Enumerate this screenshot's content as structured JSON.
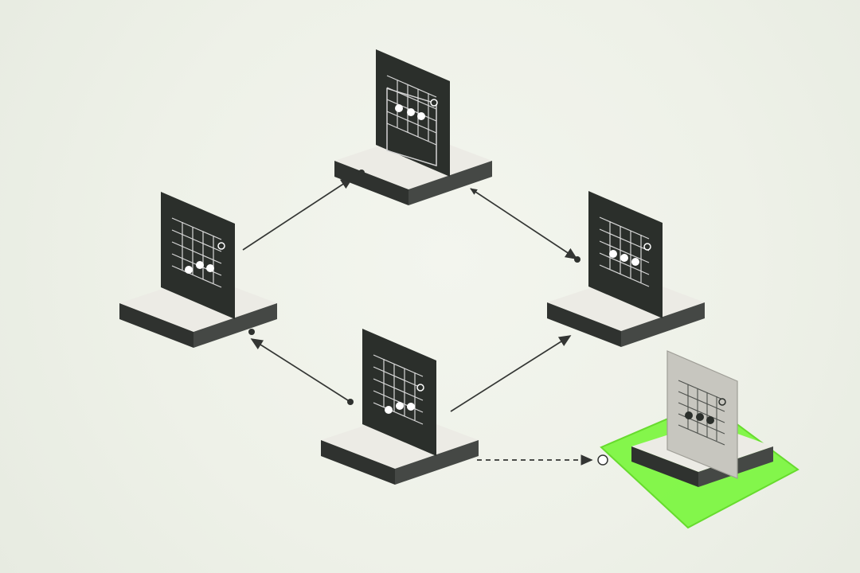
{
  "diagram": {
    "style": "isometric chord-diagram flow",
    "background_color": "#eef1e8",
    "accent_color": "#7df542",
    "card_color": "#2b2f2b",
    "inactive_card_color": "#c8c8c2",
    "nodes": [
      {
        "id": "top",
        "dot_positions": [
          [
            1,
            2
          ],
          [
            2,
            2
          ],
          [
            3,
            2
          ]
        ],
        "open_marker": true,
        "state": "active"
      },
      {
        "id": "left",
        "dot_positions": [
          [
            1,
            2
          ],
          [
            2,
            2
          ],
          [
            3,
            2
          ]
        ],
        "open_marker": true,
        "state": "active"
      },
      {
        "id": "right",
        "dot_positions": [
          [
            1,
            2
          ],
          [
            2,
            2
          ],
          [
            3,
            2
          ]
        ],
        "open_marker": true,
        "state": "active"
      },
      {
        "id": "bottom",
        "dot_positions": [
          [
            1,
            2
          ],
          [
            2,
            2
          ],
          [
            3,
            2
          ]
        ],
        "open_marker": true,
        "state": "active"
      },
      {
        "id": "highlighted",
        "dot_positions": [
          [
            1,
            2
          ],
          [
            2,
            2
          ],
          [
            3,
            2
          ]
        ],
        "open_marker": true,
        "state": "highlighted"
      }
    ],
    "edges": [
      {
        "from": "left",
        "to": "top",
        "style": "solid",
        "arrow": "end"
      },
      {
        "from": "top",
        "to": "right",
        "style": "solid",
        "arrow": "both"
      },
      {
        "from": "bottom",
        "to": "left",
        "style": "solid",
        "arrow": "end"
      },
      {
        "from": "bottom",
        "to": "right",
        "style": "solid",
        "arrow": "end"
      },
      {
        "from": "bottom",
        "to": "highlighted",
        "style": "dashed",
        "arrow": "end"
      }
    ]
  }
}
